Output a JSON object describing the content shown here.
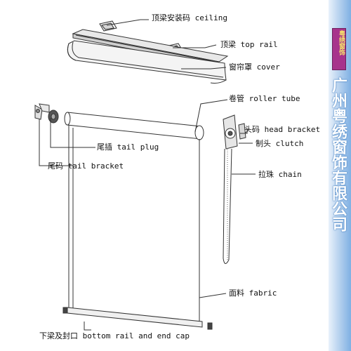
{
  "labels": {
    "ceiling": "顶梁安装码 ceiling",
    "top_rail": "顶梁 top rail",
    "cover": "窗帘罩 cover",
    "roller_tube": "卷管 roller tube",
    "head_bracket": "头码 head bracket",
    "clutch": "制头 clutch",
    "tail_plug": "尾插 tail plug",
    "tail_bracket": "尾码 tail bracket",
    "chain": "拉珠 chain",
    "fabric": "面料 fabric",
    "bottom_rail": "下梁及封口 bottom rail and end cap"
  },
  "company_name": "广州粤绣窗饰有限公司",
  "logo_text": "粤绣窗饰",
  "colors": {
    "line": "#333333",
    "band_dark": "#7fb0e3",
    "band_light": "#e9f1fb",
    "logo_bg": "#a7338c",
    "logo_text": "#f6e46a"
  }
}
